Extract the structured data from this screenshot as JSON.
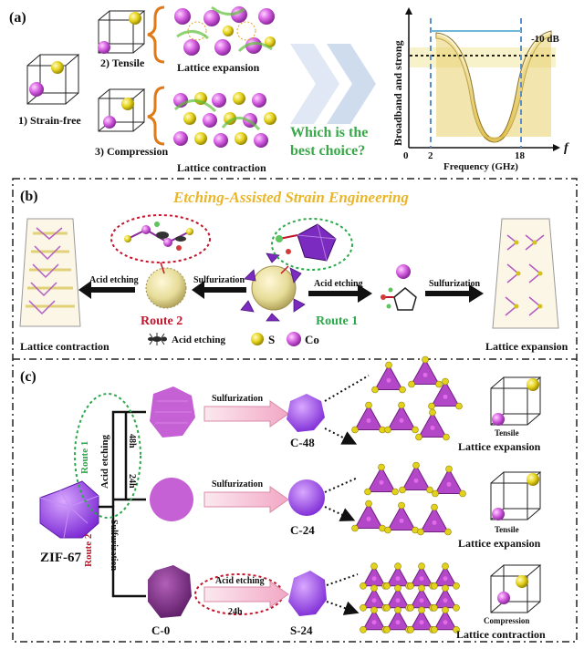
{
  "panel_a": {
    "tag": "(a)",
    "state_strain_free": "1) Strain-free",
    "state_tensile": "2) Tensile",
    "state_compression": "3) Compression",
    "lattice_expansion": "Lattice expansion",
    "lattice_contraction": "Lattice contraction",
    "question_line1": "Which is the",
    "question_line2": "best choice?",
    "plot": {
      "ylabel": "Broadband and  strong",
      "xlabel": "Frequency (GHz)",
      "x_var": "f",
      "threshold": "-10 dB",
      "ticks": [
        "0",
        "2",
        "18"
      ]
    }
  },
  "panel_b": {
    "tag": "(b)",
    "title": "Etching-Assisted Strain Engineering",
    "acid_etching_left": "Acid etching",
    "sulfurization_left": "Sulfurization",
    "acid_etching_right": "Acid etching",
    "sulfurization_right": "Sulfurization",
    "route2": "Route 2",
    "route1": "Route 1",
    "legend_ant": "Acid etching",
    "legend_s": "S",
    "legend_co": "Co",
    "lattice_contraction": "Lattice contraction",
    "lattice_expansion": "Lattice expansion"
  },
  "panel_c": {
    "tag": "(c)",
    "zif": "ZIF-67",
    "route1_label": "Route 1",
    "acid_etching_vertical": "Acid etching",
    "h48": "48h",
    "h24": "24h",
    "route2_label": "Route 2",
    "sulfurization_vertical": "Sulfurization",
    "rows": [
      {
        "process": "Sulfurization",
        "product": "C-48",
        "strain": "Tensile",
        "result": "Lattice expansion"
      },
      {
        "process": "Sulfurization",
        "product": "C-24",
        "strain": "Tensile",
        "result": "Lattice expansion"
      },
      {
        "process": "Acid etching",
        "process_time": "24h",
        "start": "C-0",
        "product": "S-24",
        "strain": "Compression",
        "result": "Lattice contraction"
      }
    ]
  },
  "colors": {
    "cobalt": "#c44fd6",
    "sulfur": "#e3d21b",
    "zif": "#9a45e6",
    "route1": "#2aa84a",
    "route2": "#c0162c",
    "title_gold": "#e9b62a",
    "curve_fill": "#e7cd6a"
  }
}
